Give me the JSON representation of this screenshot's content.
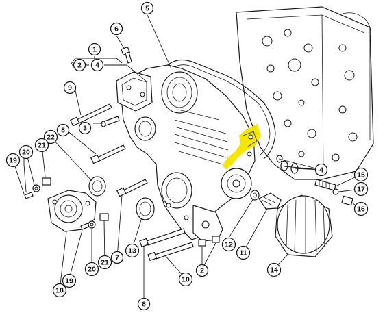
{
  "figure": {
    "highlight_color": "#f5e600",
    "line_color": "#1a1a1a",
    "background": "#ffffff"
  },
  "callouts": [
    {
      "id": "c1",
      "label": "1"
    },
    {
      "id": "c2a",
      "label": "2"
    },
    {
      "id": "c4a",
      "label": "4"
    },
    {
      "id": "c3",
      "label": "3"
    },
    {
      "id": "c5",
      "label": "5"
    },
    {
      "id": "c6",
      "label": "6"
    },
    {
      "id": "c9",
      "label": "9"
    },
    {
      "id": "c8a",
      "label": "8"
    },
    {
      "id": "c22",
      "label": "22"
    },
    {
      "id": "c20a",
      "label": "20"
    },
    {
      "id": "c21a",
      "label": "21"
    },
    {
      "id": "c19a",
      "label": "19"
    },
    {
      "id": "c4b",
      "label": "4"
    },
    {
      "id": "c15",
      "label": "15"
    },
    {
      "id": "c17",
      "label": "17"
    },
    {
      "id": "c16",
      "label": "16"
    },
    {
      "id": "c12",
      "label": "12"
    },
    {
      "id": "c11",
      "label": "11"
    },
    {
      "id": "c13",
      "label": "13"
    },
    {
      "id": "c7",
      "label": "7"
    },
    {
      "id": "c21b",
      "label": "21"
    },
    {
      "id": "c20b",
      "label": "20"
    },
    {
      "id": "c19b",
      "label": "19"
    },
    {
      "id": "c18",
      "label": "18"
    },
    {
      "id": "c2b",
      "label": "2"
    },
    {
      "id": "c10",
      "label": "10"
    },
    {
      "id": "c14",
      "label": "14"
    },
    {
      "id": "c8b",
      "label": "8"
    }
  ]
}
